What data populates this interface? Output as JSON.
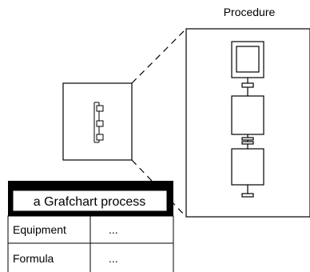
{
  "procedure": {
    "title": "Procedure"
  },
  "process_table": {
    "title": "a Grafchart process",
    "rows": [
      {
        "label": "Equipment",
        "value": "..."
      },
      {
        "label": "Formula",
        "value": "..."
      }
    ]
  },
  "colors": {
    "line": "#000000",
    "background": "#ffffff",
    "table_title_band": "#000000"
  }
}
